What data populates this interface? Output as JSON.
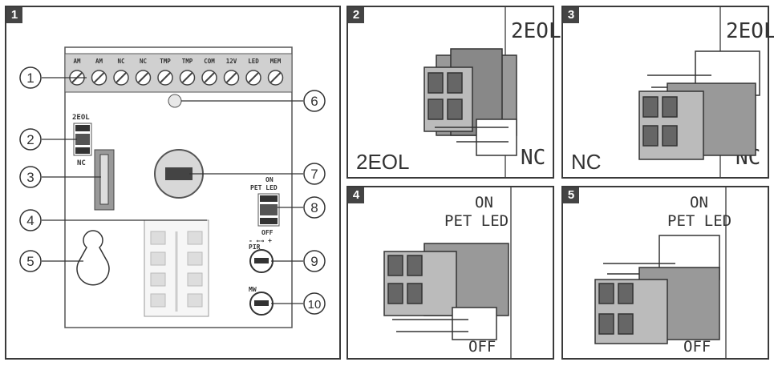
{
  "panels": [
    {
      "number": "1"
    },
    {
      "number": "2",
      "mode_label": "2EOL",
      "top_label": "2EOL",
      "bottom_label": "NC"
    },
    {
      "number": "3",
      "mode_label": "NC",
      "top_label": "2EOL",
      "bottom_label": "NC"
    },
    {
      "number": "4",
      "top_label_1": "ON",
      "top_label_2": "PET LED",
      "bottom_label": "OFF"
    },
    {
      "number": "5",
      "top_label_1": "ON",
      "top_label_2": "PET LED",
      "bottom_label": "OFF"
    }
  ],
  "terminals": [
    "AM",
    "AM",
    "NC",
    "NC",
    "TMP",
    "TMP",
    "COM",
    "12V",
    "LED",
    "MEM"
  ],
  "board_labels": {
    "eol_top": "2EOL",
    "eol_bottom": "NC",
    "pet_on": "ON",
    "pet_led": "PET LED",
    "pet_off": "OFF",
    "pir": "PIR",
    "pir_scale": "- ←→ +",
    "mw": "MW"
  },
  "callouts": [
    "1",
    "2",
    "3",
    "4",
    "5",
    "6",
    "7",
    "8",
    "9",
    "10"
  ]
}
